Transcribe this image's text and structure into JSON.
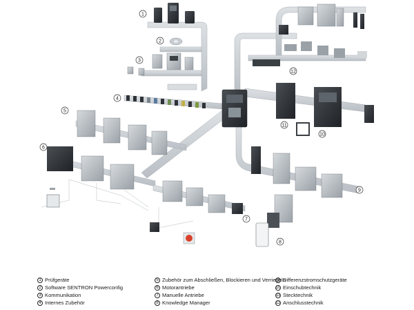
{
  "callouts": [
    "1",
    "2",
    "3",
    "4",
    "5",
    "6",
    "7",
    "8",
    "9",
    "10",
    "11",
    "12"
  ],
  "legend": [
    {
      "num": "1",
      "label": "Prüfgeräte"
    },
    {
      "num": "2",
      "label": "Software SENTRON Powerconfig"
    },
    {
      "num": "3",
      "label": "Kommunikation"
    },
    {
      "num": "4",
      "label": "Internes Zubehör"
    },
    {
      "num": "5",
      "label": "Zubehör zum Abschließen, Blockieren und Verriegeln"
    },
    {
      "num": "6",
      "label": "Motorantriebe"
    },
    {
      "num": "7",
      "label": "Manuelle Antriebe"
    },
    {
      "num": "8",
      "label": "Knowledge Manager"
    },
    {
      "num": "9",
      "label": "Differenzstromschutzgeräte"
    },
    {
      "num": "10",
      "label": "Einschubtechnik"
    },
    {
      "num": "11",
      "label": "Stecktechnik"
    },
    {
      "num": "12",
      "label": "Anschlusstechnik"
    }
  ],
  "colors": {
    "rail": "#c9ced3",
    "device_dark": "#2b2f33",
    "device_grey": "#a9afb4",
    "accent_red": "#d9412b"
  }
}
